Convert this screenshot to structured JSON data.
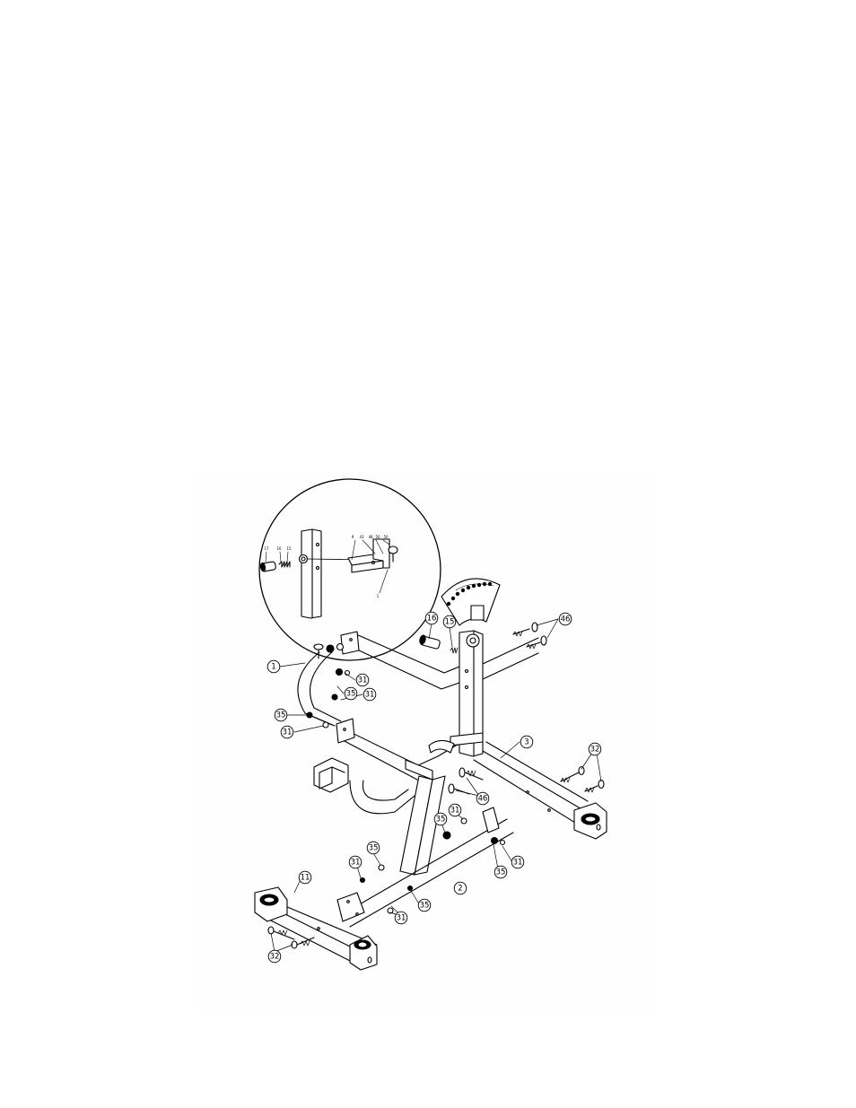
{
  "diagram": {
    "callouts": [
      {
        "id": "c1",
        "label": "1"
      },
      {
        "id": "c16",
        "label": "16"
      },
      {
        "id": "c15",
        "label": "15"
      },
      {
        "id": "c46a",
        "label": "46"
      },
      {
        "id": "c31a",
        "label": "31"
      },
      {
        "id": "c35a",
        "label": "35"
      },
      {
        "id": "c31b",
        "label": "31"
      },
      {
        "id": "c35b",
        "label": "35"
      },
      {
        "id": "c31c",
        "label": "31"
      },
      {
        "id": "c3",
        "label": "3"
      },
      {
        "id": "c32a",
        "label": "32"
      },
      {
        "id": "c46b",
        "label": "46"
      },
      {
        "id": "c31d",
        "label": "31"
      },
      {
        "id": "c35c",
        "label": "35"
      },
      {
        "id": "c35d",
        "label": "35"
      },
      {
        "id": "c31e",
        "label": "31"
      },
      {
        "id": "c31f",
        "label": "31"
      },
      {
        "id": "c35e",
        "label": "35"
      },
      {
        "id": "c2",
        "label": "2"
      },
      {
        "id": "c31g",
        "label": "31"
      },
      {
        "id": "c35f",
        "label": "35"
      },
      {
        "id": "c11",
        "label": "11"
      },
      {
        "id": "c32b",
        "label": "32"
      }
    ],
    "detail_labels": [
      "17",
      "16",
      "15",
      "9",
      "43",
      "48",
      "50",
      "50",
      "1"
    ]
  }
}
